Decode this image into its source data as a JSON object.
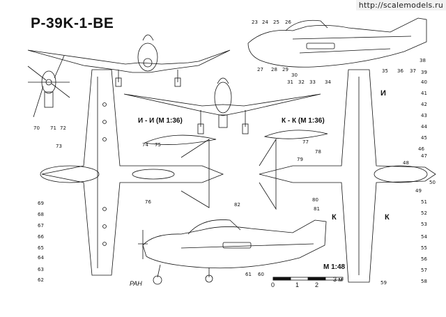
{
  "watermark": "http://scalemodels.ru",
  "title": "P-39K-1-BE",
  "sections": {
    "ii": "И - И (М 1:36)",
    "kk": "К - К (М 1:36)",
    "i_mark": "И",
    "k_mark_left": "К",
    "k_mark_right": "К"
  },
  "scale": {
    "label": "М 1:48",
    "ticks": [
      "0",
      "1",
      "2",
      "3 м"
    ]
  },
  "signature": "РАН",
  "callouts": [
    "23",
    "24",
    "25",
    "26",
    "27",
    "28",
    "29",
    "30",
    "31",
    "32",
    "33",
    "34",
    "35",
    "36",
    "37",
    "38",
    "39",
    "40",
    "41",
    "42",
    "43",
    "44",
    "45",
    "46",
    "47",
    "48",
    "49",
    "50",
    "51",
    "52",
    "53",
    "54",
    "55",
    "56",
    "57",
    "58",
    "59",
    "60",
    "61",
    "62",
    "63",
    "64",
    "65",
    "66",
    "67",
    "68",
    "69",
    "70",
    "71",
    "72",
    "73",
    "74",
    "75",
    "76",
    "77",
    "78",
    "79",
    "80",
    "81",
    "82"
  ]
}
